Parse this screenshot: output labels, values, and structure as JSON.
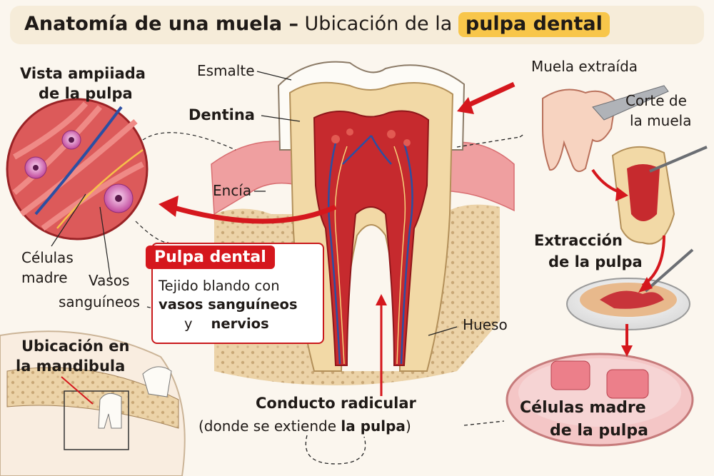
{
  "title": {
    "prefix": "Anatomía de una muela –",
    "middle": "Ubicación de la",
    "highlight": "pulpa dental"
  },
  "left_panel": {
    "heading_line1": "Vista ampiiada",
    "heading_line2": "de la pulpa",
    "label_stem_cells_line1": "Células",
    "label_stem_cells_line2": "madre",
    "label_vessels_line1": "Vasos",
    "label_vessels_line2": "sanguíneos"
  },
  "tooth_labels": {
    "enamel": "Esmalte",
    "dentin": "Dentina",
    "gum": "Encía",
    "bone": "Hueso"
  },
  "pulp_box": {
    "heading": "Pulpa dental",
    "line1": "Tejido blando con",
    "line2": "vasos sanguíneos",
    "line3_a": "y",
    "line3_b": "nervios"
  },
  "mandible_inset": {
    "heading_line1": "Ubicación en",
    "heading_line2": "la mandibula"
  },
  "root_canal": {
    "heading": "Conducto radicular",
    "sub_prefix": "(donde se extiende",
    "sub_highlight": "la pulpa",
    "sub_suffix": ")"
  },
  "right_steps": {
    "extracted": "Muela extraída",
    "cut_line1": "Corte de",
    "cut_line2": "la muela",
    "extraction_line1": "Extracción",
    "extraction_line2": "de la pulpa",
    "stem_cells_line1": "Células madre",
    "stem_cells_line2": "de la pulpa"
  },
  "colors": {
    "accent_red": "#d5171d",
    "highlight_yellow": "#f8c64a",
    "pulp_red": "#c62a2e",
    "dentin": "#f2d9a6",
    "enamel": "#fdfbf6",
    "bone": "#ecd3a8",
    "gum": "#ef9fa0"
  }
}
